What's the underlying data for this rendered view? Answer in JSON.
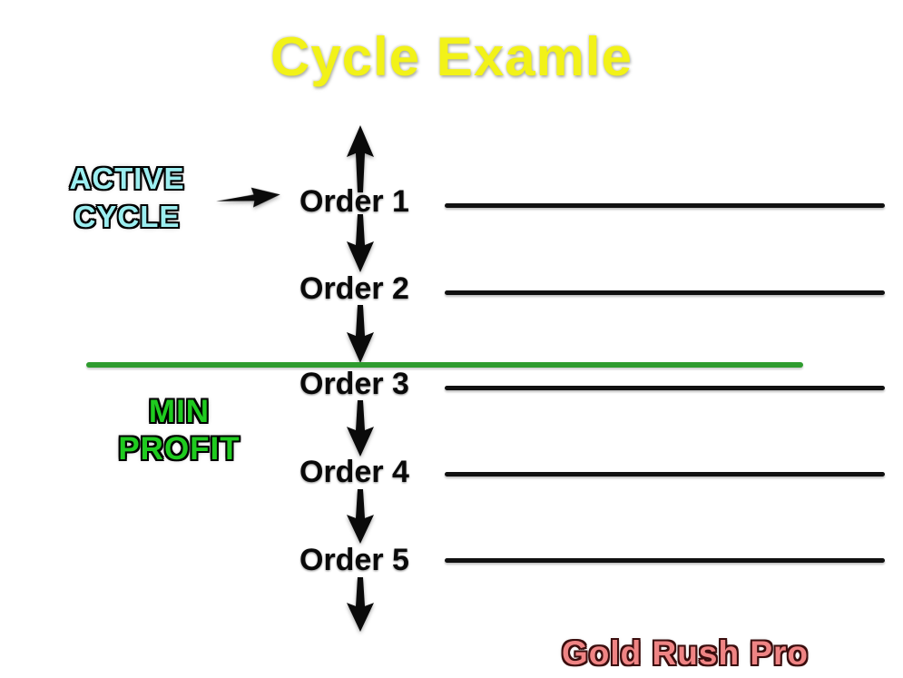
{
  "title": "Cycle Examle",
  "annotations": {
    "active_cycle": {
      "line1": "ACTIVE",
      "line2": "CYCLE"
    },
    "min_profit": {
      "line1": "MIN",
      "line2": "PROFIT"
    },
    "brand": "Gold Rush Pro"
  },
  "orders": [
    {
      "label": "Order 1"
    },
    {
      "label": "Order 2"
    },
    {
      "label": "Order 3"
    },
    {
      "label": "Order 4"
    },
    {
      "label": "Order 5"
    }
  ],
  "colors": {
    "title": "#f2f218",
    "active_cycle": "#9ceef0",
    "min_profit": "#1fcb1f",
    "min_profit_line": "#2f9c2f",
    "brand": "#ef8484",
    "line": "#111111"
  }
}
